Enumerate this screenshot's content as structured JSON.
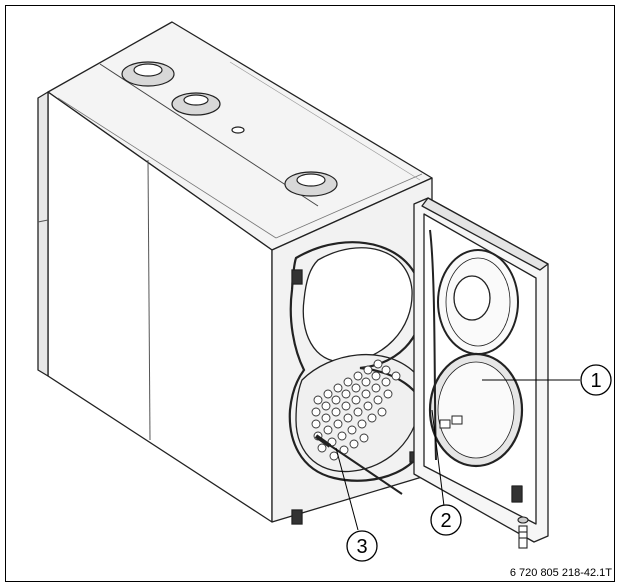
{
  "callouts": [
    {
      "id": "1",
      "label": "1"
    },
    {
      "id": "2",
      "label": "2"
    },
    {
      "id": "3",
      "label": "3"
    }
  ],
  "figure_code": "6 720 805 218-42.1T"
}
